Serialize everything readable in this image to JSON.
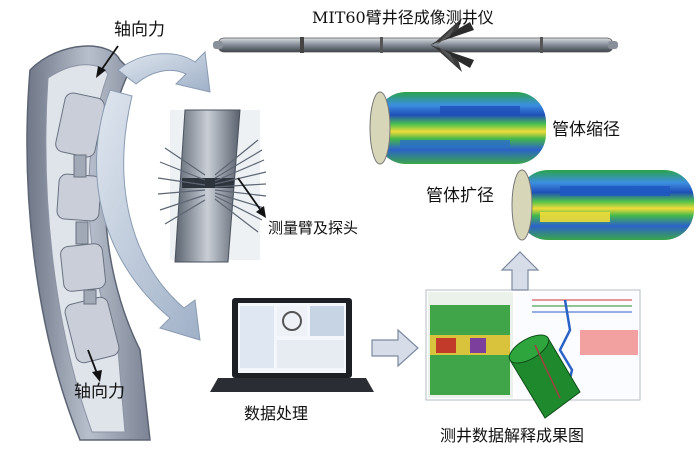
{
  "labels": {
    "axial_force_top": "轴向力",
    "axial_force_bottom": "轴向力",
    "tool_name": "MIT60臂井径成像测井仪",
    "arm_probe": "测量臂及探头",
    "data_processing": "数据处理",
    "pipe_shrink": "管体缩径",
    "pipe_expand": "管体扩径",
    "result_map": "测井数据解释成果图"
  },
  "colors": {
    "pipe_outer": "#8f96a8",
    "pipe_inner": "#d8dde8",
    "arrow_fill": "#b9c5d6",
    "tool_metal": "#7e8794",
    "cylinder_green": "#3fae3a",
    "cylinder_blue": "#2b6fc8",
    "cylinder_yellow": "#f2e23a"
  }
}
